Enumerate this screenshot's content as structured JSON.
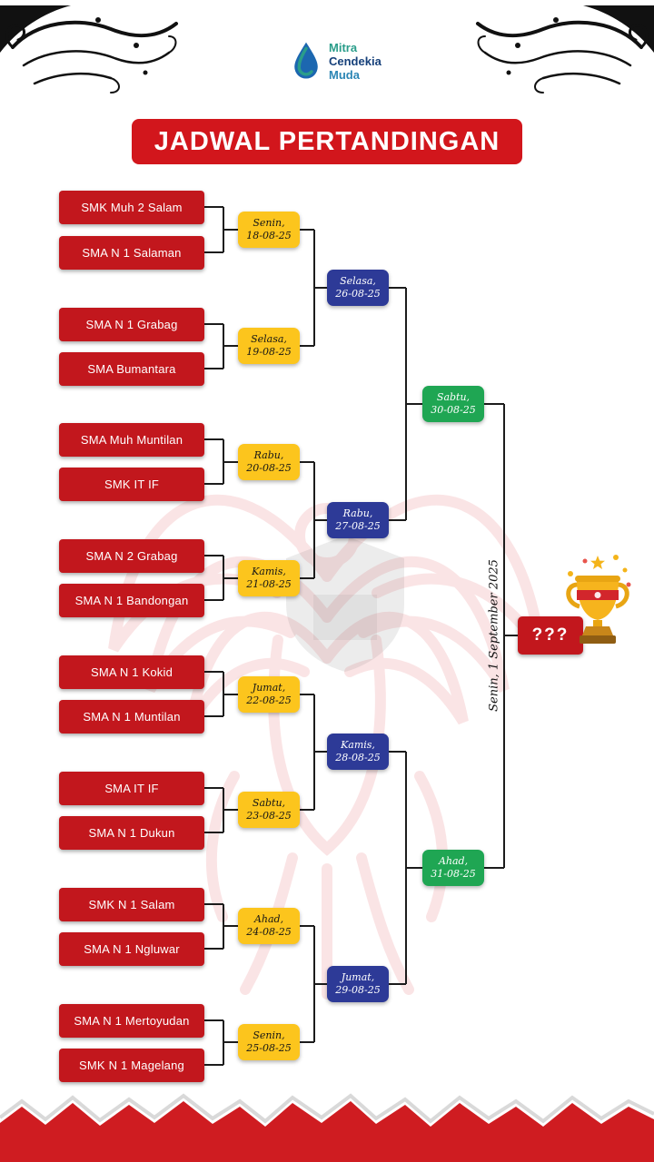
{
  "header": {
    "logo": {
      "line1": "Mitra",
      "line2": "Cendekia",
      "line3": "Muda"
    },
    "title": "JADWAL PERTANDINGAN"
  },
  "bracket": {
    "round1": [
      {
        "team1": "SMK Muh 2 Salam",
        "team2": "SMA N 1 Salaman",
        "day": "Senin,",
        "date": "18-08-25"
      },
      {
        "team1": "SMA N 1 Grabag",
        "team2": "SMA Bumantara",
        "day": "Selasa,",
        "date": "19-08-25"
      },
      {
        "team1": "SMA Muh Muntilan",
        "team2": "SMK IT IF",
        "day": "Rabu,",
        "date": "20-08-25"
      },
      {
        "team1": "SMA N 2 Grabag",
        "team2": "SMA N 1 Bandongan",
        "day": "Kamis,",
        "date": "21-08-25"
      },
      {
        "team1": "SMA N 1 Kokid",
        "team2": "SMA N 1 Muntilan",
        "day": "Jumat,",
        "date": "22-08-25"
      },
      {
        "team1": "SMA IT IF",
        "team2": "SMA N 1 Dukun",
        "day": "Sabtu,",
        "date": "23-08-25"
      },
      {
        "team1": "SMK N 1 Salam",
        "team2": "SMA N 1 Ngluwar",
        "day": "Ahad,",
        "date": "24-08-25"
      },
      {
        "team1": "SMA N 1 Mertoyudan",
        "team2": "SMK N 1 Magelang",
        "day": "Senin,",
        "date": "25-08-25"
      }
    ],
    "round2": [
      {
        "day": "Selasa,",
        "date": "26-08-25"
      },
      {
        "day": "Rabu,",
        "date": "27-08-25"
      },
      {
        "day": "Kamis,",
        "date": "28-08-25"
      },
      {
        "day": "Jumat,",
        "date": "29-08-25"
      }
    ],
    "round3": [
      {
        "day": "Sabtu,",
        "date": "30-08-25"
      },
      {
        "day": "Ahad,",
        "date": "31-08-25"
      }
    ],
    "final": {
      "date_label": "Senin, 1 September 2025",
      "winner_placeholder": "???"
    }
  },
  "colors": {
    "team_red": "#c2171d",
    "banner_red": "#d2161c",
    "round1_yellow": "#fcc51d",
    "round2_blue": "#2d3a97",
    "round3_green": "#1fa653",
    "watermark_red": "#e03a40"
  }
}
